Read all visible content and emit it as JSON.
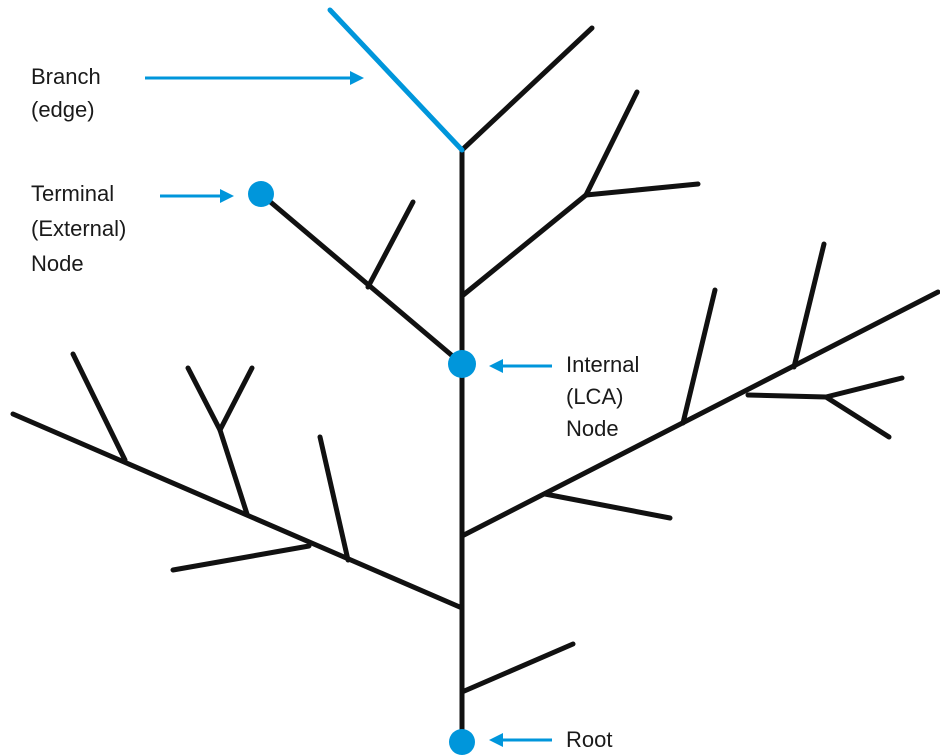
{
  "colors": {
    "branch": "#111111",
    "accent": "#0096db",
    "text": "#1a1a1a",
    "background": "#ffffff"
  },
  "labels": {
    "branch": [
      "Branch",
      "(edge)"
    ],
    "terminal": [
      "Terminal",
      "(External)",
      "Node"
    ],
    "internal": [
      "Internal",
      "(LCA)",
      "Node"
    ],
    "root": [
      "Root"
    ]
  }
}
